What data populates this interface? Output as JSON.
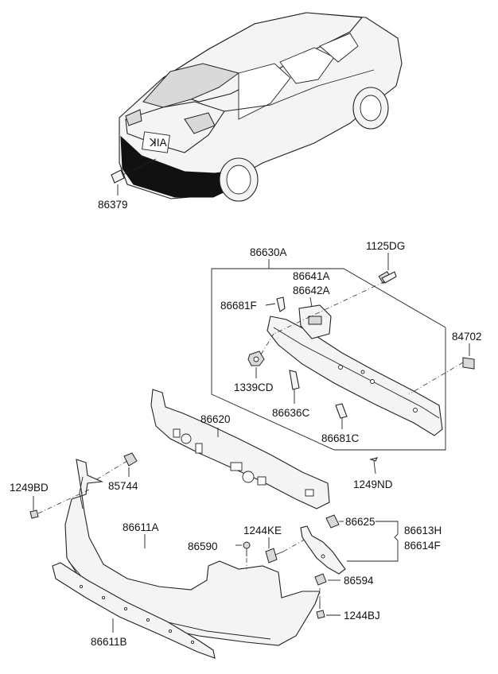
{
  "labels": {
    "p86379": "86379",
    "p86630A": "86630A",
    "p1125DG": "1125DG",
    "p86641A": "86641A",
    "p86642A": "86642A",
    "p86681F": "86681F",
    "p84702": "84702",
    "p1339CD": "1339CD",
    "p86636C": "86636C",
    "p86681C": "86681C",
    "p86620": "86620",
    "p1249ND": "1249ND",
    "p1249BD": "1249BD",
    "p85744": "85744",
    "p86611A": "86611A",
    "p1244KE": "1244KE",
    "p86625": "86625",
    "p86613H": "86613H",
    "p86614F": "86614F",
    "p86590": "86590",
    "p86594": "86594",
    "p1244BJ": "1244BJ",
    "p86611B": "86611B"
  }
}
